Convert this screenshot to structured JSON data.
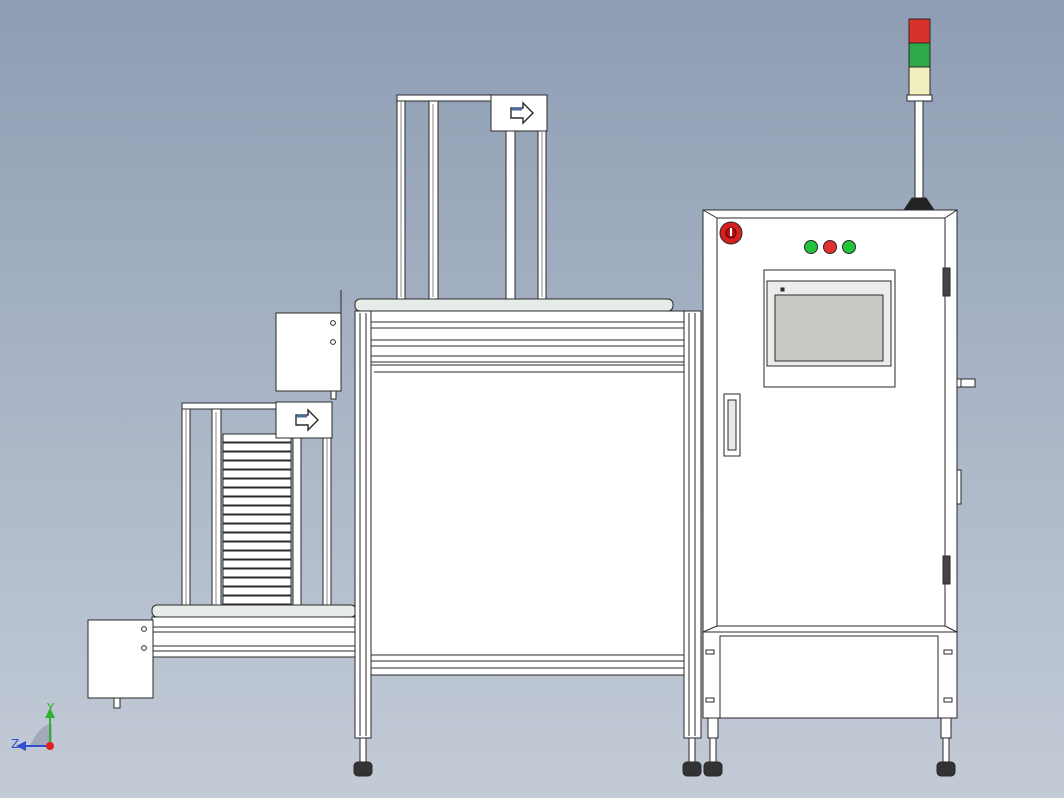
{
  "triad": {
    "y_label": "Y",
    "z_label": "Z"
  },
  "colors": {
    "background_top": "#8e9db3",
    "background_bottom": "#c3cbd6",
    "frame_fill": "#ffffff",
    "outline": "#2a2a2a",
    "belt": "#e6ece8",
    "stack_light_red": "#d8322a",
    "stack_light_green": "#2fa84a",
    "stack_light_yellow": "#f1efbf",
    "button_green": "#22c23a",
    "button_red": "#e23131",
    "estop_red": "#d62020",
    "screen": "#c9c9c5",
    "axis_y": "#2fb02f",
    "axis_z": "#2f4fd0",
    "axis_origin": "#e02020"
  },
  "parts": {
    "stack_light": [
      "red",
      "green",
      "yellow"
    ],
    "control_buttons": [
      "green",
      "red",
      "green"
    ],
    "direction_arrows": [
      "right",
      "right"
    ]
  }
}
